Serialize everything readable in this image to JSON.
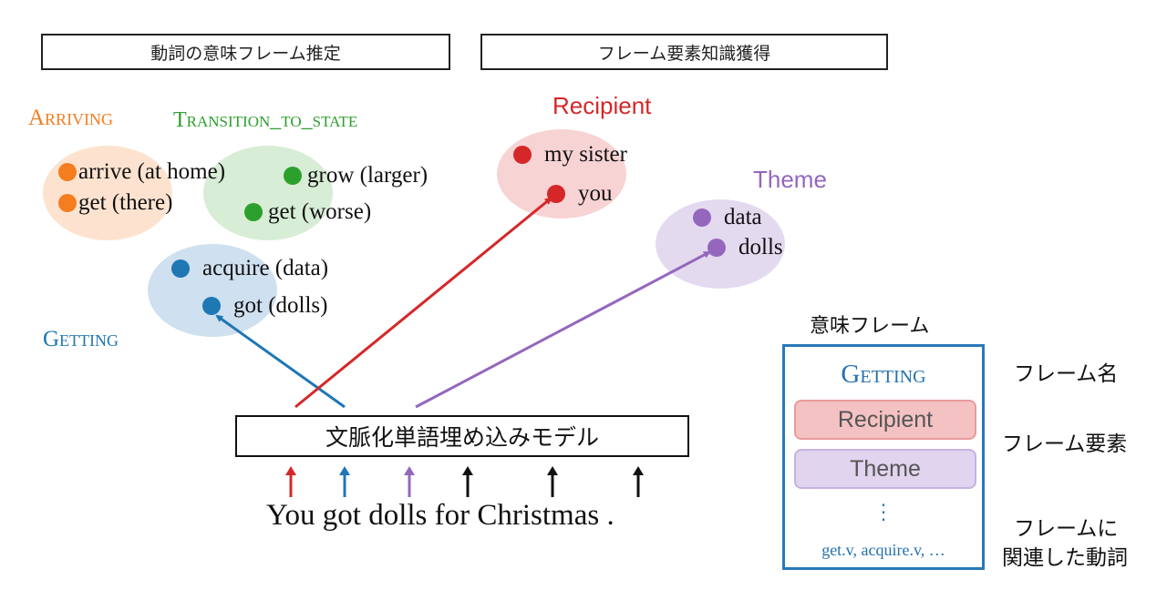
{
  "headers": {
    "left": "動詞の意味フレーム推定",
    "right": "フレーム要素知識獲得"
  },
  "colors": {
    "arriving": "#f47d1f",
    "transition": "#2ca02c",
    "getting": "#1f77b4",
    "recipient": "#d62728",
    "theme": "#9467bd",
    "arriving_fill": "#fde3cf",
    "transition_fill": "#d5ecd3",
    "getting_fill": "#cfe0f0",
    "recipient_fill": "#f7d3d4",
    "theme_fill": "#e4daf0"
  },
  "frames": {
    "arriving": {
      "label": "Arriving",
      "items": [
        "arrive (at home)",
        "get (there)"
      ]
    },
    "transition": {
      "label": "Transition_to_state",
      "items": [
        "grow (larger)",
        "get (worse)"
      ]
    },
    "getting": {
      "label": "Getting",
      "items": [
        "acquire (data)",
        "got (dolls)"
      ]
    }
  },
  "roles": {
    "recipient": {
      "label": "Recipient",
      "items": [
        "my sister",
        "you"
      ]
    },
    "theme": {
      "label": "Theme",
      "items": [
        "data",
        "dolls"
      ]
    }
  },
  "model": {
    "label": "文脈化単語埋め込みモデル"
  },
  "sentence": {
    "text": "You got dolls for Christmas .",
    "tokens": [
      "You",
      "got",
      "dolls",
      "for",
      "Christmas",
      "."
    ]
  },
  "legend": {
    "title": "意味フレーム",
    "frame_name": "Getting",
    "elements": [
      "Recipient",
      "Theme"
    ],
    "ellipsis": "⋮",
    "verbs": "get.v, acquire.v, …",
    "side_labels": {
      "frame_name": "フレーム名",
      "frame_elements": "フレーム要素",
      "related_verbs_line1": "フレームに",
      "related_verbs_line2": "関連した動詞"
    }
  }
}
